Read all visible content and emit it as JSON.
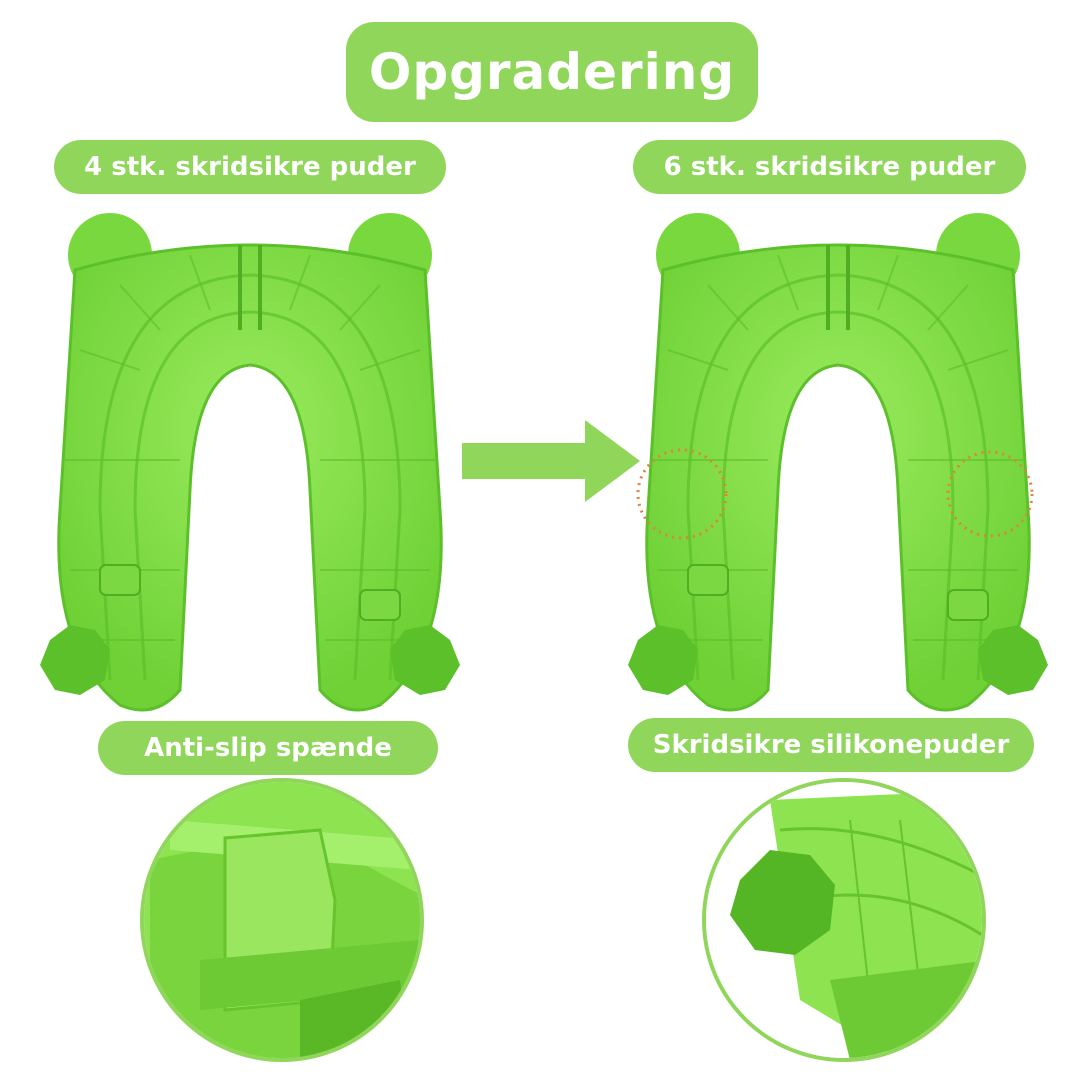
{
  "header": {
    "title": "Opgradering"
  },
  "left": {
    "pads_label": "4 stk. skridsikre puder",
    "feature_label": "Anti-slip spænde"
  },
  "right": {
    "pads_label": "6 stk. skridsikre puder",
    "feature_label": "Skridsikre silikonepuder"
  },
  "colors": {
    "accent": "#8fd65a",
    "seat_green": "#86e04a",
    "seat_dark": "#5cc02a",
    "highlight_ring": "#e0823a"
  },
  "icons": {
    "arrow": "right-arrow-icon"
  }
}
